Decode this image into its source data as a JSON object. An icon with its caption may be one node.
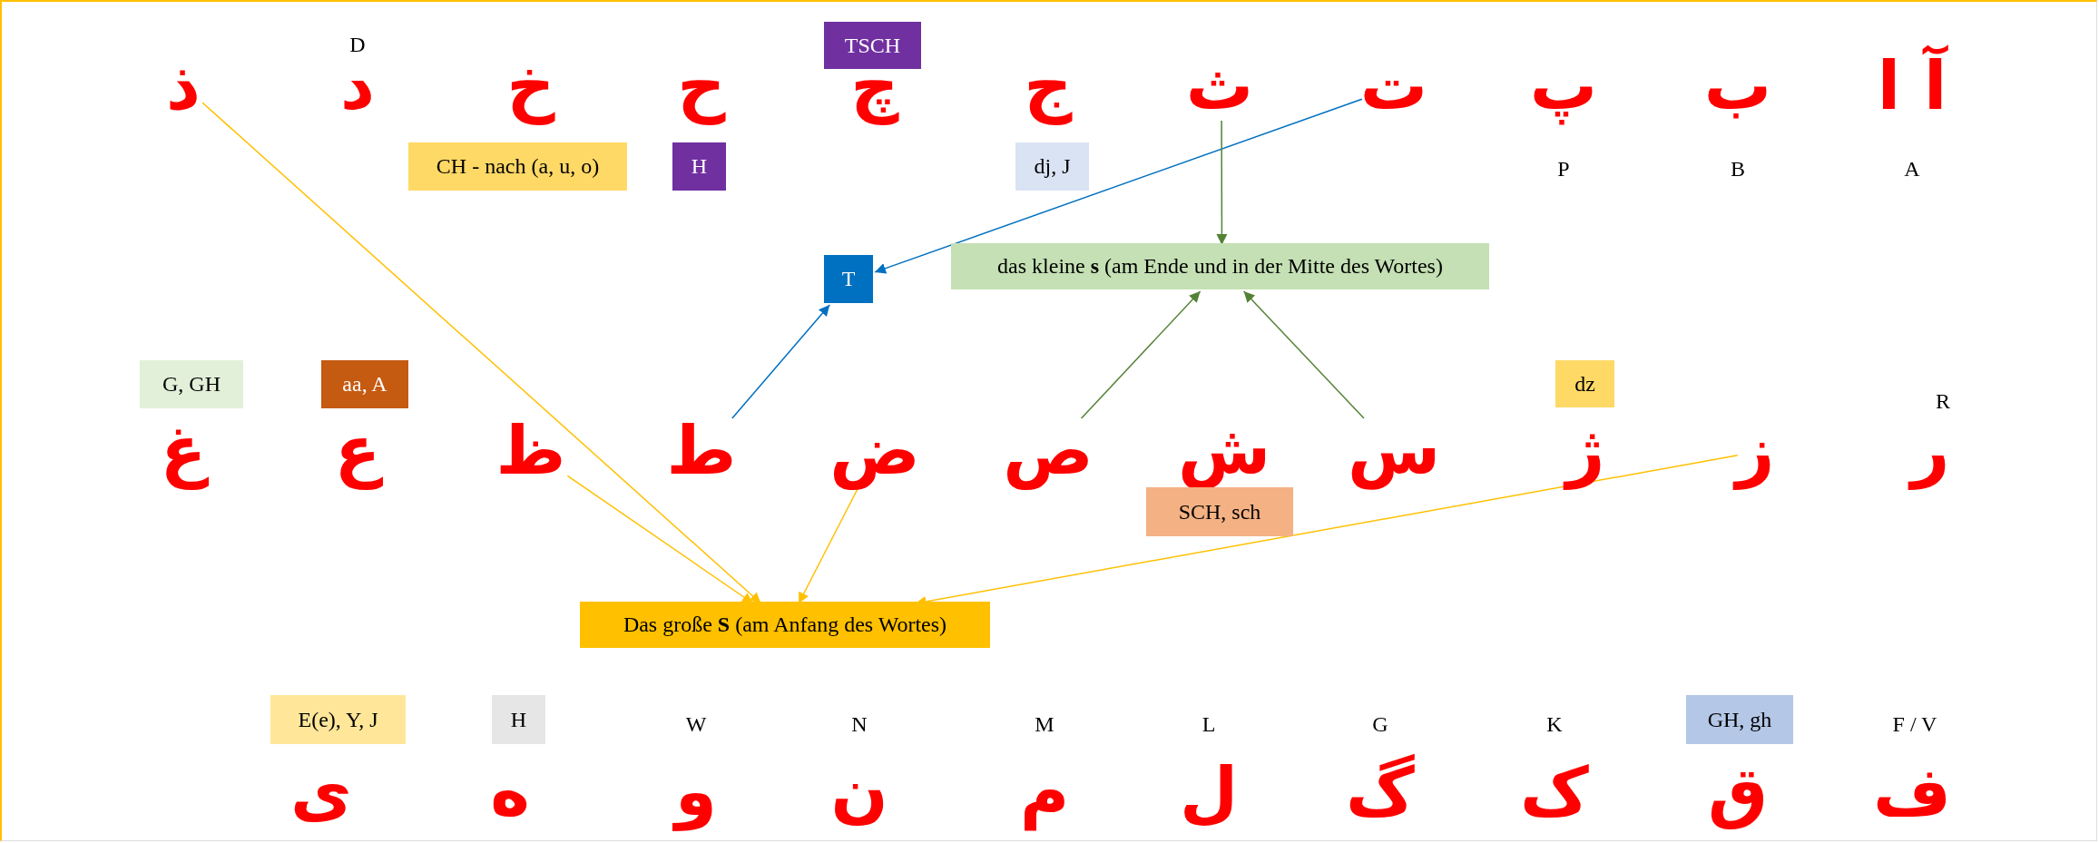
{
  "diagram": {
    "nodes": [
      {
        "text": [
          "آ ا"
        ],
        "beside": [
          "A"
        ]
      },
      {
        "text": [
          "ب"
        ],
        "beside": [
          "B"
        ]
      },
      {
        "text": [
          "پ"
        ],
        "beside": [
          "P"
        ]
      },
      {
        "text": [
          "ت"
        ]
      },
      {
        "text": [
          "ث"
        ]
      },
      {
        "text": [
          "ج"
        ]
      },
      {
        "text": [
          "dj, J"
        ]
      },
      {
        "text": [
          "چ"
        ]
      },
      {
        "text": [
          "TSCH"
        ]
      },
      {
        "text": [
          "ح"
        ]
      },
      {
        "text": [
          "H"
        ]
      },
      {
        "text": [
          "خ"
        ]
      },
      {
        "text": [
          "CH - nach (a, u, o)"
        ]
      },
      {
        "text": [
          "د"
        ],
        "beside": [
          "D"
        ]
      },
      {
        "text": [
          "ذ"
        ]
      },
      {
        "text": [
          "T"
        ]
      },
      {
        "text": [
          "das kleine **s** (am Ende und in der Mitte des Wortes)"
        ]
      },
      {
        "text": [
          "ر"
        ],
        "beside": [
          "R"
        ]
      },
      {
        "text": [
          "ز"
        ]
      },
      {
        "text": [
          "ژ"
        ]
      },
      {
        "text": [
          "dz"
        ]
      },
      {
        "text": [
          "س"
        ]
      },
      {
        "text": [
          "ش"
        ]
      },
      {
        "text": [
          "SCH, sch"
        ]
      },
      {
        "text": [
          "ص"
        ]
      },
      {
        "text": [
          "ض"
        ]
      },
      {
        "text": [
          "ط"
        ]
      },
      {
        "text": [
          "ظ"
        ]
      },
      {
        "text": [
          "ع"
        ]
      },
      {
        "text": [
          "aa, A"
        ]
      },
      {
        "text": [
          "غ"
        ]
      },
      {
        "text": [
          "G, GH"
        ]
      },
      {
        "text": [
          "Das große **S** (am Anfang des Wortes)"
        ]
      },
      {
        "text": [
          "ف"
        ],
        "beside": [
          "F / V"
        ]
      },
      {
        "text": [
          "ق"
        ]
      },
      {
        "text": [
          "GH, gh"
        ]
      },
      {
        "text": [
          "ک"
        ],
        "beside": [
          "K"
        ]
      },
      {
        "text": [
          "گ"
        ],
        "beside": [
          "G"
        ]
      },
      {
        "text": [
          "ل"
        ],
        "beside": [
          "L"
        ]
      },
      {
        "text": [
          "م"
        ],
        "beside": [
          "M"
        ]
      },
      {
        "text": [
          "ن"
        ],
        "beside": [
          "N"
        ]
      },
      {
        "text": [
          "و"
        ],
        "beside": [
          "W"
        ]
      },
      {
        "text": [
          "ه"
        ]
      },
      {
        "text": [
          "H"
        ]
      },
      {
        "text": [
          "ی"
        ]
      },
      {
        "text": [
          "E(e), Y,  J"
        ]
      }
    ],
    "edges": [
      {
        "from": 3,
        "to": 15,
        "arrow": "to",
        "color": "#0070c0"
      },
      {
        "from": 26,
        "to": 15,
        "arrow": "to",
        "color": "#0070c0"
      },
      {
        "from": 4,
        "to": 16,
        "arrow": "to",
        "color": "#548235"
      },
      {
        "from": 24,
        "to": 16,
        "arrow": "to",
        "color": "#548235"
      },
      {
        "from": 21,
        "to": 16,
        "arrow": "to",
        "color": "#548235"
      },
      {
        "from": 14,
        "to": 32,
        "arrow": "to",
        "color": "#ffc000"
      },
      {
        "from": 27,
        "to": 32,
        "arrow": "to",
        "color": "#ffc000"
      },
      {
        "from": 25,
        "to": 32,
        "arrow": "to",
        "color": "#ffc000"
      },
      {
        "from": 18,
        "to": 32,
        "arrow": "to",
        "color": "#ffc000"
      }
    ]
  }
}
